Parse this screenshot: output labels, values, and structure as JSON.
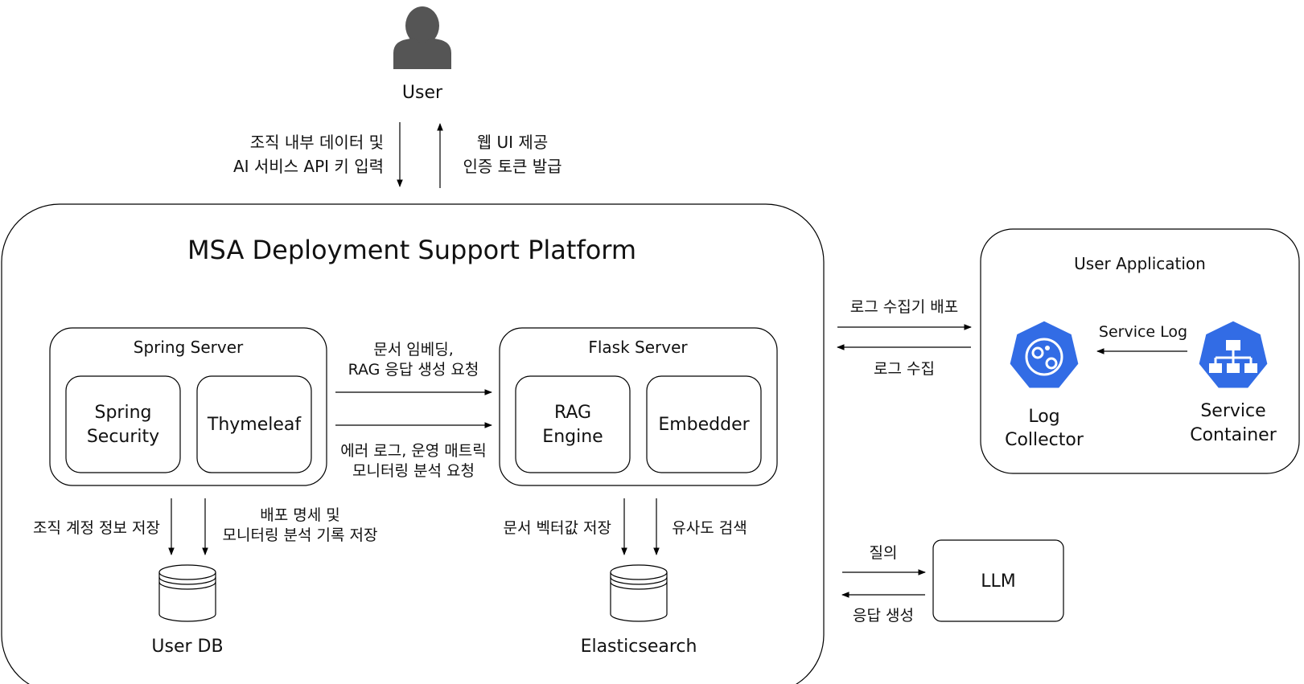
{
  "user": {
    "label": "User"
  },
  "user_edges": {
    "down_label": [
      "조직 내부 데이터 및",
      "AI 서비스 API 키 입력"
    ],
    "up_label": [
      "웹 UI 제공",
      "인증 토큰 발급"
    ]
  },
  "platform": {
    "title": "MSA Deployment Support Platform",
    "spring": {
      "title": "Spring Server",
      "security": [
        "Spring",
        "Security"
      ],
      "thymeleaf": "Thymeleaf"
    },
    "flask": {
      "title": "Flask Server",
      "rag": [
        "RAG",
        "Engine"
      ],
      "embedder": "Embedder"
    },
    "spring_to_flask": {
      "label_top": [
        "문서 임베딩,",
        "RAG 응답 생성 요청"
      ],
      "label_bottom": [
        "에러 로그, 운영 매트릭",
        "모니터링 분석 요청"
      ]
    },
    "userdb_edges": {
      "left": "조직 계정 정보 저장",
      "right": [
        "배포 명세 및",
        "모니터링 분석 기록 저장"
      ]
    },
    "es_edges": {
      "left": "문서 벡터값 저장",
      "right": "유사도 검색"
    },
    "userdb": "User DB",
    "elasticsearch": "Elasticsearch"
  },
  "user_app": {
    "title": "User Application",
    "log_collector": [
      "Log",
      "Collector"
    ],
    "service_container": [
      "Service",
      "Container"
    ],
    "service_log": "Service Log",
    "icon_color": "#326CE5"
  },
  "app_edges": {
    "deploy": "로그 수집기 배포",
    "collect": "로그 수집"
  },
  "llm": {
    "label": "LLM",
    "query": "질의",
    "response": "응답 생성"
  }
}
